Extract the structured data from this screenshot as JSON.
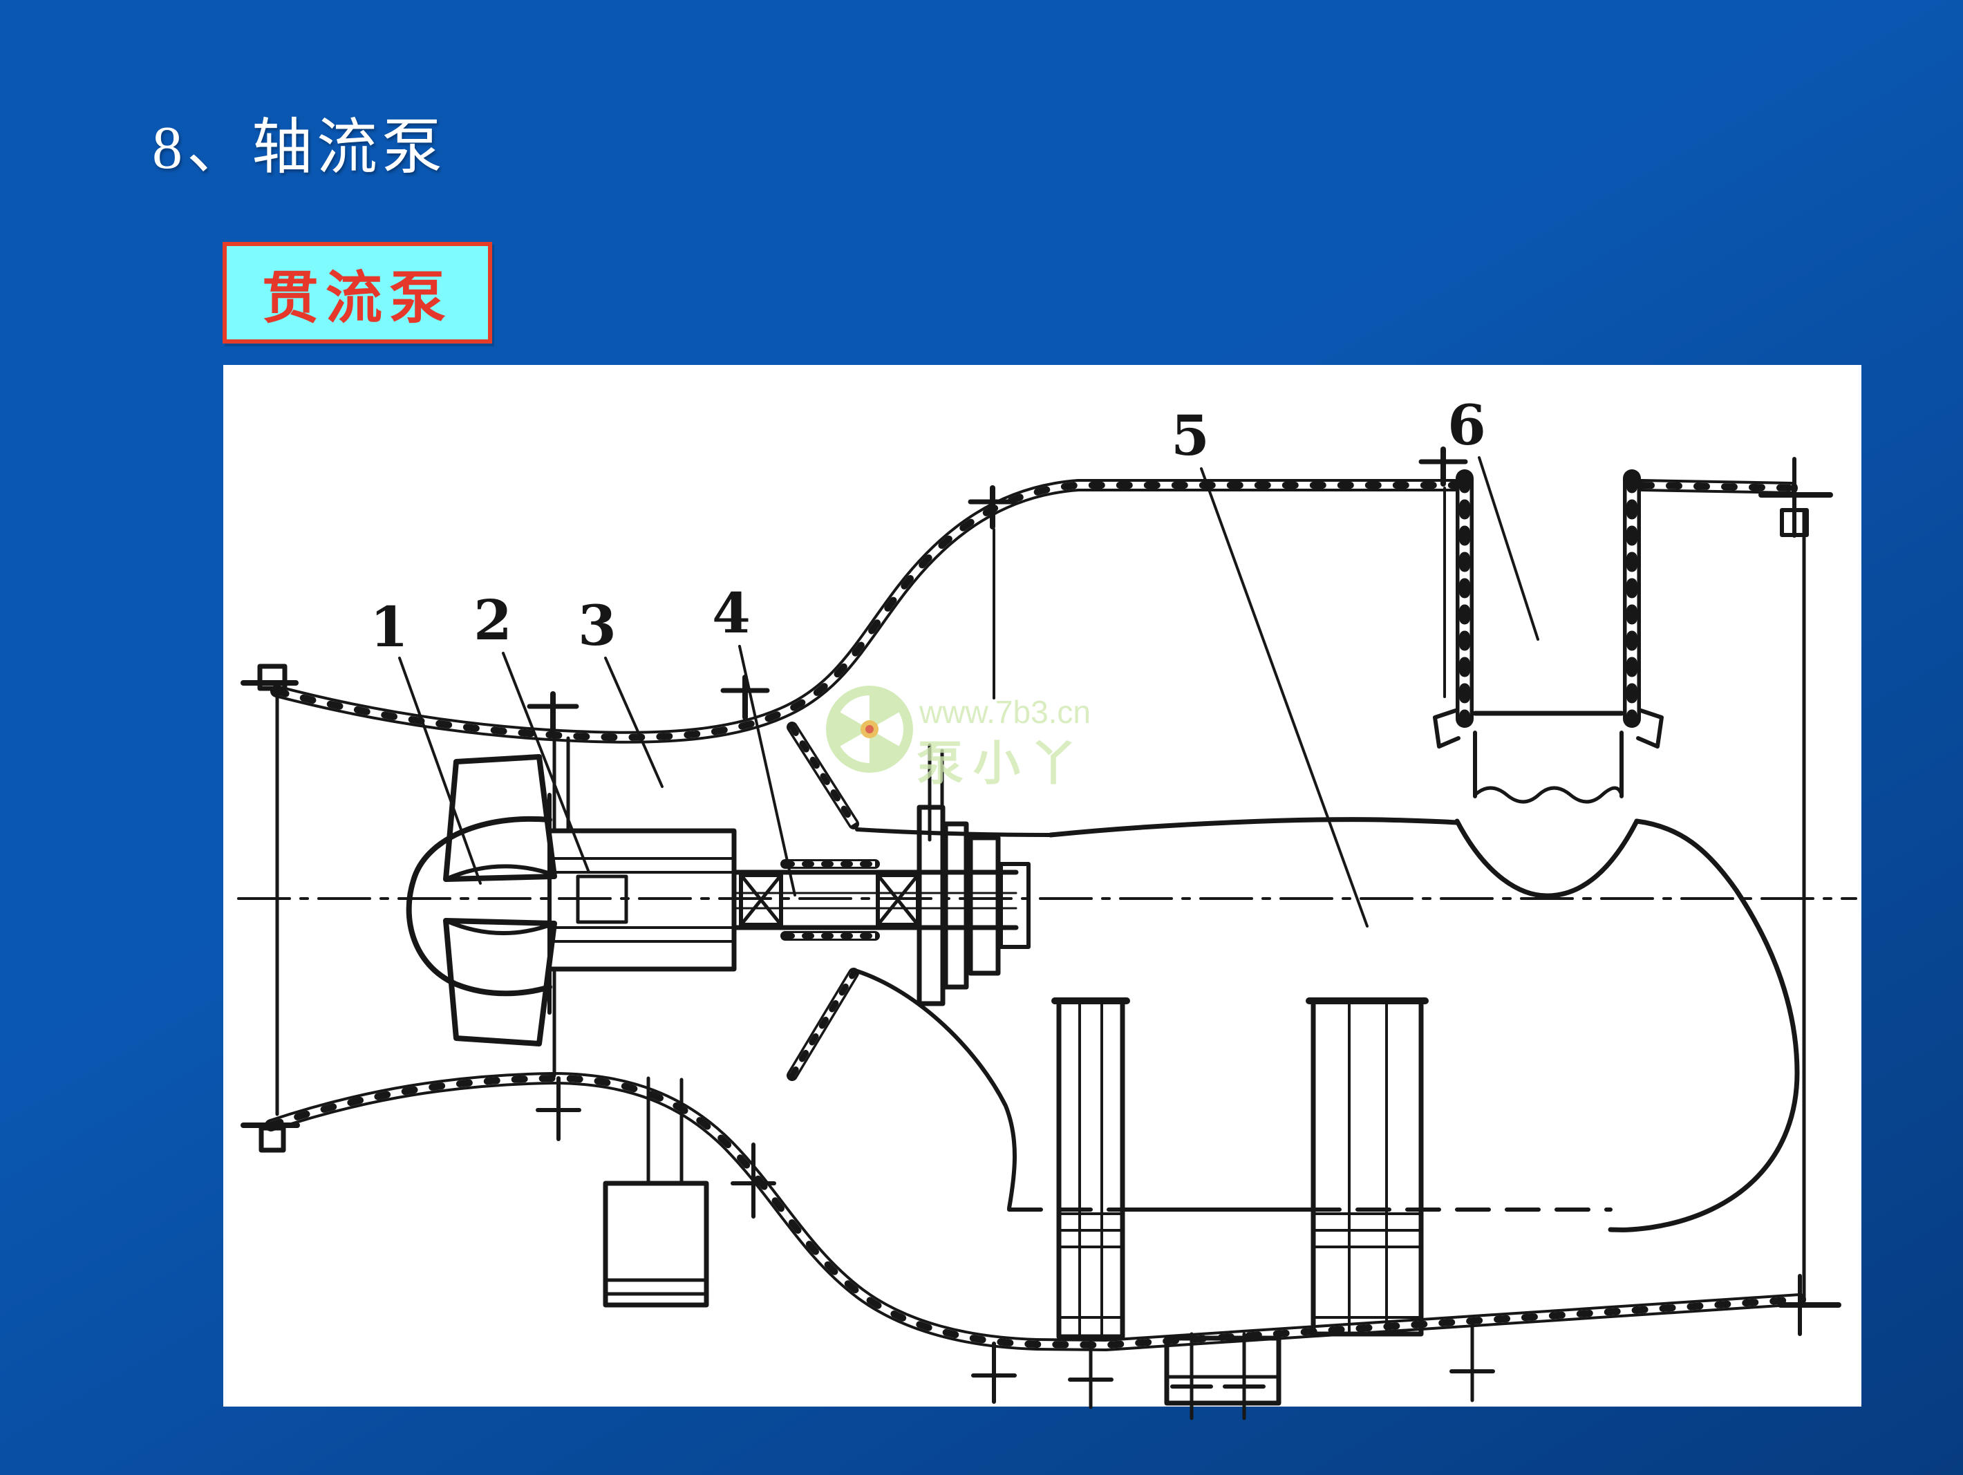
{
  "slide": {
    "title": "8、轴流泵",
    "badge": {
      "label": "贯流泵",
      "bg": "#7efcfd",
      "border": "#e63c28",
      "text_color": "#e6382a"
    },
    "background": {
      "top": "#0b63c4",
      "bottom": "#063a75",
      "grid_line": "#82b4f0"
    }
  },
  "figure": {
    "description": "Cross-section drawing of a tubular (bulb-type) axial-flow pump",
    "ink_color": "#171717",
    "labels": [
      {
        "n": "1"
      },
      {
        "n": "2"
      },
      {
        "n": "3"
      },
      {
        "n": "4"
      },
      {
        "n": "5"
      },
      {
        "n": "6"
      }
    ],
    "watermark": {
      "site": "www.7b3.cn",
      "name": "泵小丫",
      "color": "#cfe8b0"
    }
  }
}
